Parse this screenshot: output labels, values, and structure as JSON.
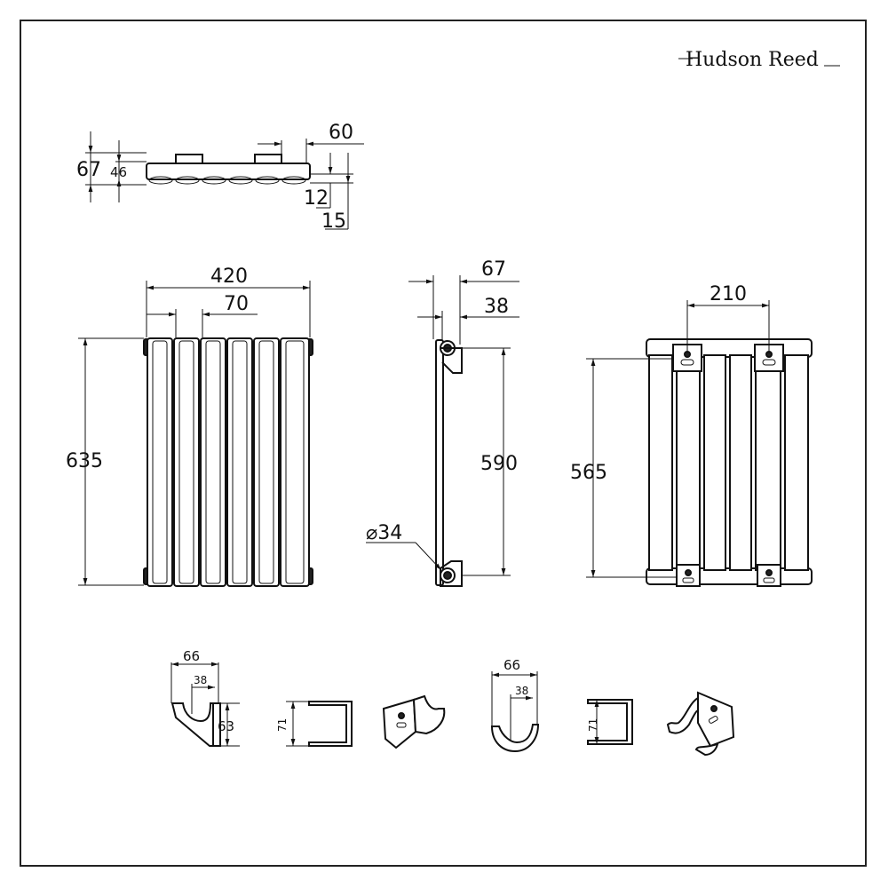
{
  "brand": "Hudson Reed",
  "top_view": {
    "overall_depth": "67",
    "panel_depth": "46",
    "bracket_offset": "60",
    "offset_a": "12",
    "offset_b": "15"
  },
  "front_view": {
    "width": "420",
    "column_pitch": "70",
    "height": "635"
  },
  "side_view": {
    "depth": "67",
    "inner_depth": "38",
    "bracket_span": "590",
    "pipe_diameter": "⌀34"
  },
  "rear_view": {
    "bracket_spacing": "210",
    "bracket_height": "565"
  },
  "bracket_a": {
    "width": "66",
    "inner": "38",
    "height": "63",
    "length": "71"
  },
  "bracket_b": {
    "width": "66",
    "inner": "38",
    "length": "71"
  }
}
